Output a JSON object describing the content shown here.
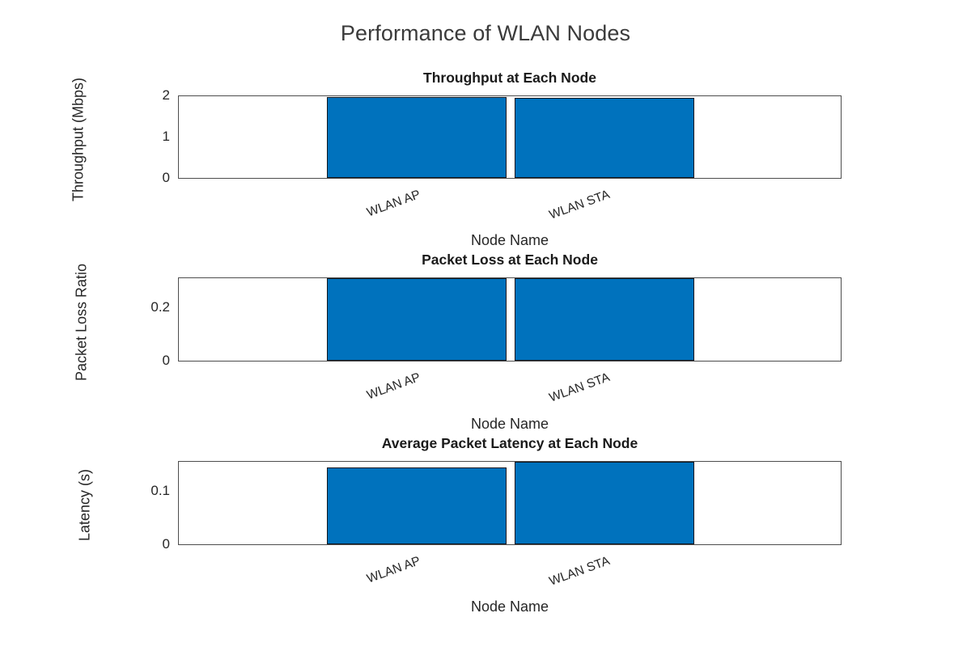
{
  "figure": {
    "title": "Performance of WLAN Nodes",
    "background": "#ffffff",
    "bar_color": "#0072BD",
    "bar_edge_color": "#10171F",
    "axis_color": "#4D4D4D",
    "text_color": "#262626"
  },
  "chart_data": [
    {
      "type": "bar",
      "title": "Throughput at Each Node",
      "categories": [
        "WLAN AP",
        "WLAN STA"
      ],
      "values": [
        1.93,
        1.91
      ],
      "xlabel": "Node Name",
      "ylabel": "Throughput (Mbps)",
      "ylim": [
        0,
        2
      ],
      "yticks": [
        0,
        1,
        2
      ],
      "ytick_labels": [
        "0",
        "1",
        "2"
      ],
      "grid": false,
      "legend": "none"
    },
    {
      "type": "bar",
      "title": "Packet Loss at Each Node",
      "categories": [
        "WLAN AP",
        "WLAN STA"
      ],
      "values": [
        0.31,
        0.31
      ],
      "xlabel": "Node Name",
      "ylabel": "Packet Loss Ratio",
      "ylim": [
        0,
        0.31
      ],
      "yticks": [
        0,
        0.2
      ],
      "ytick_labels": [
        "0",
        "0.2"
      ],
      "grid": false,
      "legend": "none"
    },
    {
      "type": "bar",
      "title": "Average Packet Latency at Each Node",
      "categories": [
        "WLAN AP",
        "WLAN STA"
      ],
      "values": [
        0.144,
        0.155
      ],
      "xlabel": "Node Name",
      "ylabel": "Latency (s)",
      "ylim": [
        0,
        0.155
      ],
      "yticks": [
        0,
        0.1
      ],
      "ytick_labels": [
        "0",
        "0.1"
      ],
      "grid": false,
      "legend": "none"
    }
  ]
}
